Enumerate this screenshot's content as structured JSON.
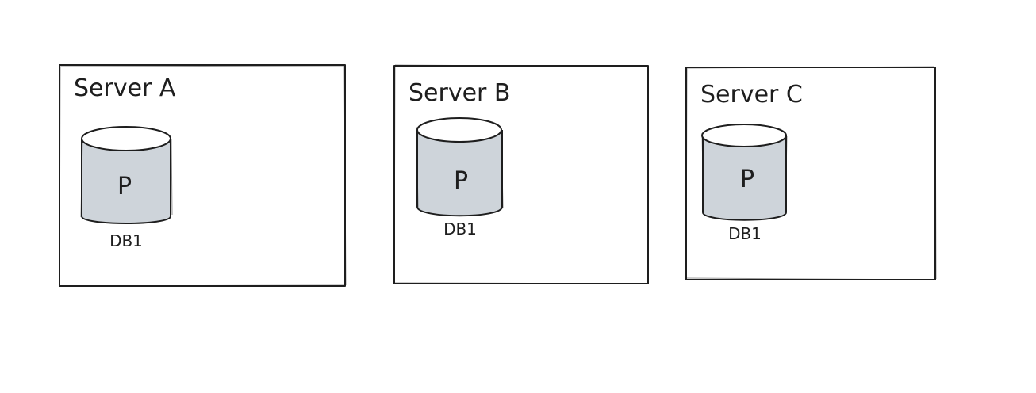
{
  "diagram": {
    "servers": [
      {
        "id": "server-a",
        "title": "Server A",
        "database": {
          "role": "P",
          "label": "DB1"
        }
      },
      {
        "id": "server-b",
        "title": "Server B",
        "database": {
          "role": "P",
          "label": "DB1"
        }
      },
      {
        "id": "server-c",
        "title": "Server C",
        "database": {
          "role": "P",
          "label": "DB1"
        }
      }
    ],
    "colors": {
      "stroke": "#1e1e1e",
      "cylinder_fill": "#ced4da",
      "cylinder_top": "#ffffff",
      "background": "#ffffff"
    }
  }
}
